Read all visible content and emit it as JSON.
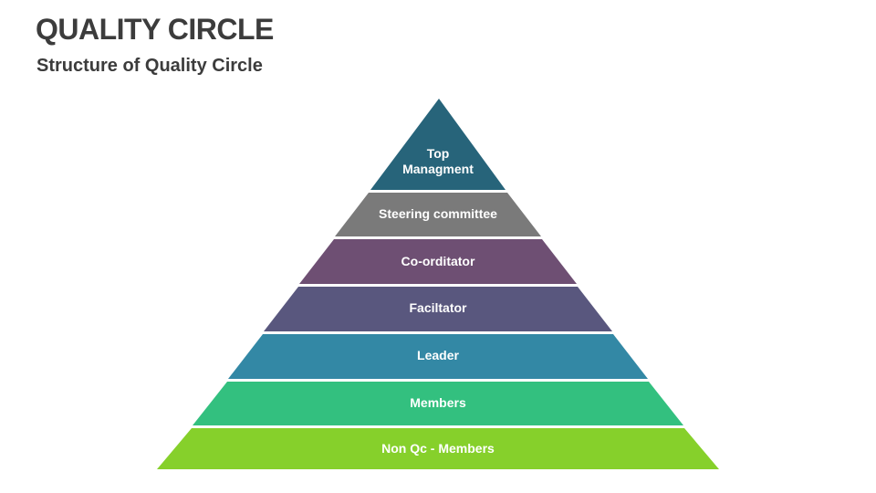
{
  "header": {
    "title": "QUALITY CIRCLE",
    "subtitle": "Structure of Quality Circle"
  },
  "pyramid": {
    "levels": [
      {
        "label_lines": [
          "Top",
          "Managment"
        ],
        "color": "#27647a"
      },
      {
        "label": "Steering committee",
        "color": "#7a7a7a"
      },
      {
        "label": "Co-orditator",
        "color": "#6e4f73"
      },
      {
        "label": "Faciltator",
        "color": "#59577e"
      },
      {
        "label": "Leader",
        "color": "#3388a5"
      },
      {
        "label": "Members",
        "color": "#33c07f"
      },
      {
        "label": "Non Qc - Members",
        "color": "#86d02b"
      }
    ]
  }
}
